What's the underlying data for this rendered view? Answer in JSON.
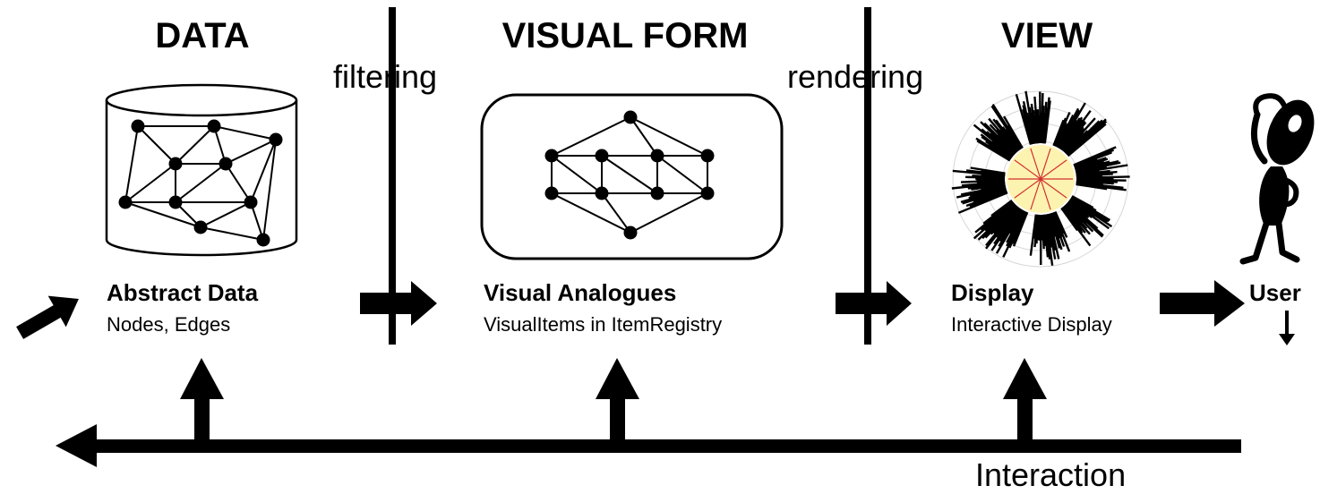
{
  "headers": {
    "data": "DATA",
    "visual_form": "VISUAL FORM",
    "view": "VIEW"
  },
  "transforms": {
    "filtering": "filtering",
    "rendering": "rendering"
  },
  "stages": {
    "abstract": {
      "title": "Abstract Data",
      "subtitle": "Nodes, Edges"
    },
    "visual": {
      "title": "Visual Analogues",
      "subtitle": "VisualItems in ItemRegistry"
    },
    "display": {
      "title": "Display",
      "subtitle": "Interactive Display"
    },
    "user": {
      "title": "User"
    }
  },
  "interaction_label": "Interaction",
  "colors": {
    "ink": "#000000",
    "radial_center": "#fdf3b0",
    "radial_edge": "#d23030",
    "radial_ring": "#d6d6d6"
  },
  "icons": [
    "database-cylinder-icon",
    "graph-network-icon",
    "radial-tree-icon",
    "thinking-person-icon",
    "arrow-right-icon",
    "arrow-up-icon",
    "arrow-left-icon",
    "arrow-down-icon"
  ]
}
